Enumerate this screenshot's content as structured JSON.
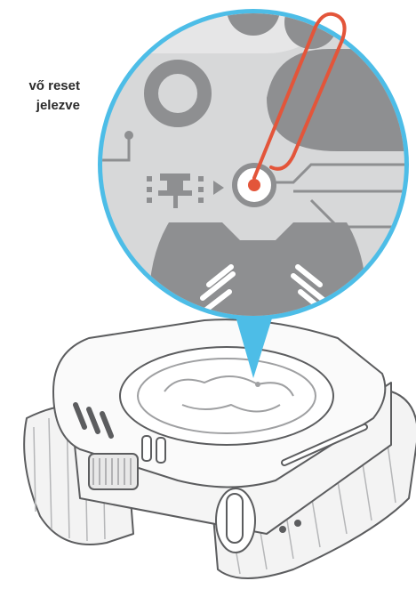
{
  "caption": {
    "line1": "vő reset",
    "line2": "jelezve"
  },
  "colors": {
    "circle_border": "#4dbde7",
    "circuit_bg": "#d7d8d9",
    "circuit_trace": "#8e8f91",
    "paperclip": "#e3553a",
    "accent_dot": "#e3553a"
  },
  "icons": [
    "pushpin-icon",
    "play-arrow-icon",
    "reset-hole-icon",
    "paperclip-icon",
    "robot-tank-illustration"
  ]
}
